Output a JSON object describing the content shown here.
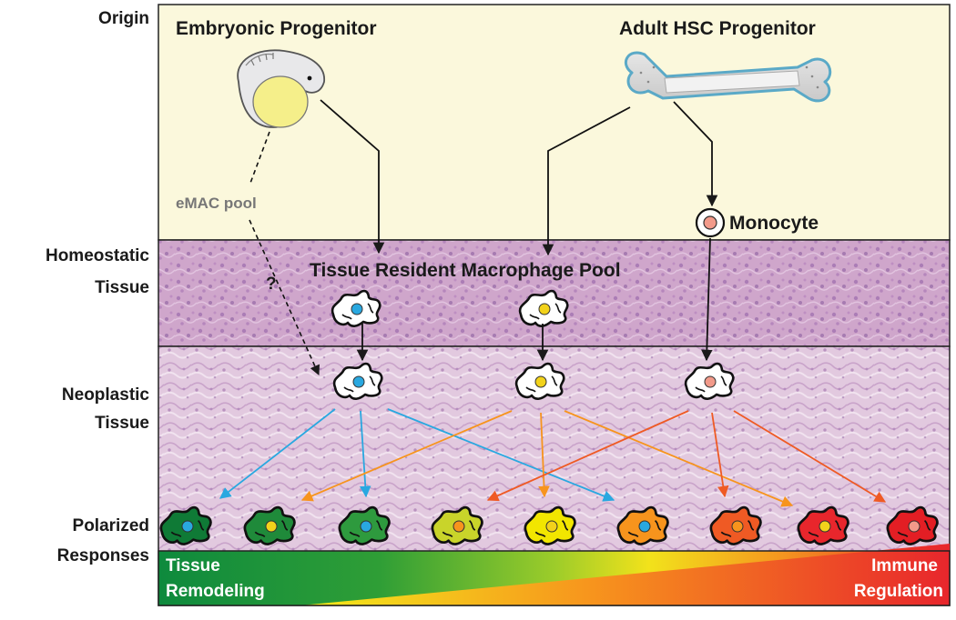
{
  "row_labels": {
    "origin": "Origin",
    "homeostatic": [
      "Homeostatic",
      "Tissue"
    ],
    "neoplastic": [
      "Neoplastic",
      "Tissue"
    ],
    "polarized": [
      "Polarized",
      "Responses"
    ]
  },
  "origin_panel": {
    "embryonic_title": "Embryonic Progenitor",
    "adult_title": "Adult HSC Progenitor",
    "emac_label": "eMAC pool",
    "monocyte_label": "Monocyte"
  },
  "homeostatic_panel": {
    "pool_title": "Tissue Resident Macrophage Pool",
    "unknown_mark": "?"
  },
  "gradient_bar": {
    "left_label": [
      "Tissue",
      "Remodeling"
    ],
    "right_label": [
      "Immune",
      "Regulation"
    ]
  },
  "colors": {
    "origin_bg": "#fbf8dc",
    "homeostatic_tissue": "#cda3c9",
    "neoplastic_tissue": "#ddc2dc",
    "blue_lineage": "#29a8e0",
    "orange_lineage": "#f7941d",
    "red_lineage": "#ef5a24",
    "green": "#1a8a3a",
    "yellow": "#f2e600",
    "red": "#e8262c"
  }
}
